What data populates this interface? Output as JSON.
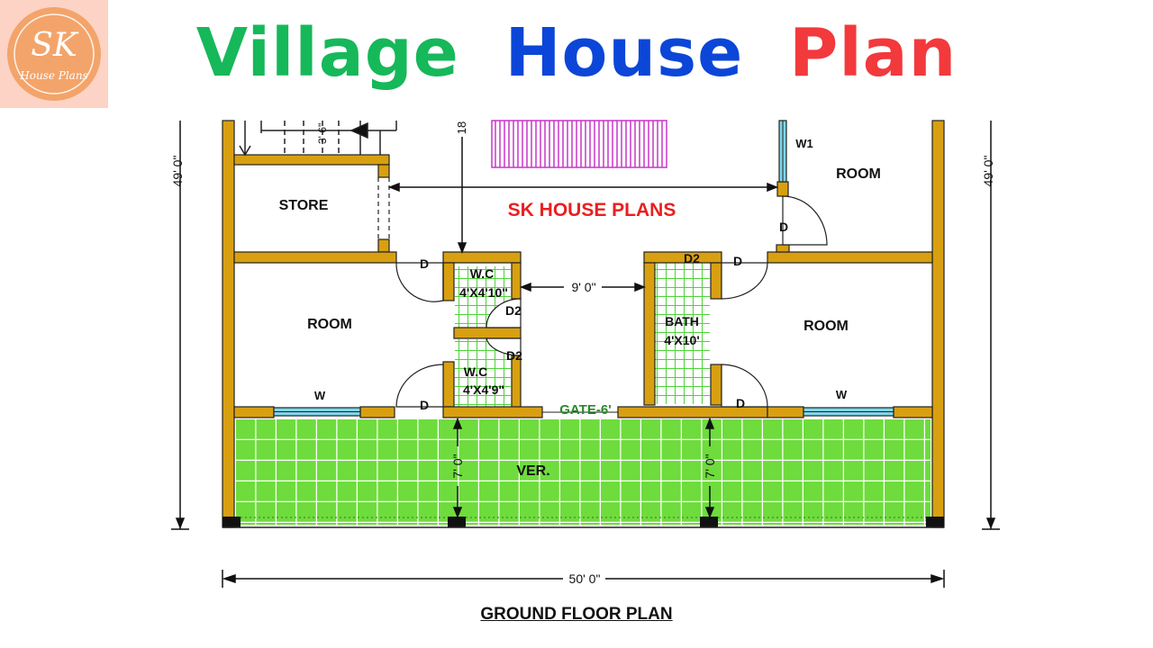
{
  "header": {
    "title_words": [
      "Village",
      "House",
      "Plan"
    ],
    "title_colors": [
      "#16b85a",
      "#0b46d8",
      "#f2393c"
    ]
  },
  "logo": {
    "initials": "SK",
    "subtitle": "House Plans",
    "bg_color": "#fcd3c4",
    "badge_color": "#f3a46a"
  },
  "plan": {
    "watermark": "SK HOUSE PLANS",
    "rooms": {
      "store": "STORE",
      "room_left": "ROOM",
      "room_right": "ROOM",
      "room_top_right": "ROOM",
      "wc_top": "W.C",
      "wc_top_size": "4'X4'10\"",
      "wc_bottom": "W.C",
      "wc_bottom_size": "4'X4'9\"",
      "bath": "BATH",
      "bath_size": "4'X10'",
      "verandah": "VER."
    },
    "labels": {
      "gate": "GATE-6'",
      "door": "D",
      "door2": "D2",
      "window": "W",
      "window1": "W1"
    },
    "dimensions": {
      "total_width": "50' 0\"",
      "depth": "49' 0\"",
      "passage": "9' 0\"",
      "verandah_depth": "7' 0\"",
      "stair": "3' 6\"",
      "top_cut": "18"
    },
    "colors": {
      "wall": "#d8a011",
      "wall_outline": "#222222",
      "tile": "#6edc3c",
      "tile_light": "#bff5a6",
      "window": "#7fd6e8",
      "watermark": "#e82020",
      "gate_text": "#2a8a2a",
      "hatch": "#c936c9"
    }
  },
  "caption": "GROUND FLOOR PLAN"
}
